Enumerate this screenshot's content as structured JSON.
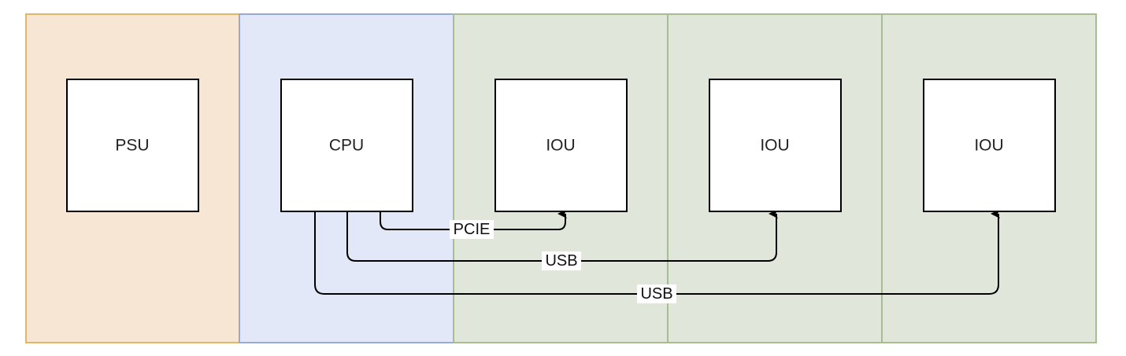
{
  "colors": {
    "psu_panel_fill": "#f6e6d3",
    "psu_panel_stroke": "#e3b567",
    "cpu_panel_fill": "#e3e8f8",
    "cpu_panel_stroke": "#9aa8d8",
    "iou_panel_fill": "#e0e7da",
    "iou_panel_stroke": "#a8bc94"
  },
  "blocks": {
    "psu": "PSU",
    "cpu": "CPU",
    "iou_1": "IOU",
    "iou_2": "IOU",
    "iou_3": "IOU"
  },
  "connections": {
    "pcie": "PCIE",
    "usb_1": "USB",
    "usb_2": "USB"
  }
}
